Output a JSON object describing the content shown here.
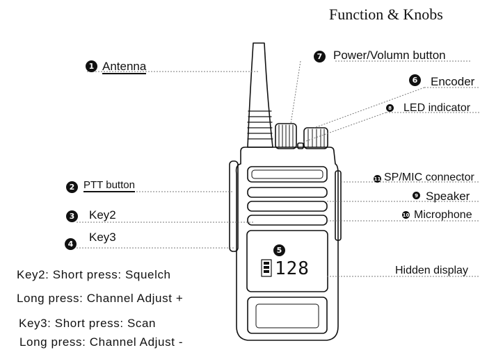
{
  "title": "Function & Knobs",
  "callouts": [
    {
      "num": "1",
      "label": "Antenna"
    },
    {
      "num": "2",
      "label": "PTT button"
    },
    {
      "num": "3",
      "label": "Key2"
    },
    {
      "num": "4",
      "label": "Key3"
    },
    {
      "num": "5",
      "label": ""
    },
    {
      "num": "6",
      "label": "Encoder"
    },
    {
      "num": "7",
      "label": "Power/Volumn button"
    },
    {
      "num": "8",
      "label": "LED indicator"
    },
    {
      "num": "9",
      "label": "Speaker"
    },
    {
      "num": "10",
      "label": "Microphone"
    },
    {
      "num": "11",
      "label": "SP/MIC connector"
    }
  ],
  "hidden_display_label": "Hidden display",
  "display_value": "128",
  "notes": [
    "Key2: Short press: Squelch",
    "Long press: Channel Adjust +",
    "Key3: Short press: Scan",
    "Long press: Channel Adjust -"
  ]
}
